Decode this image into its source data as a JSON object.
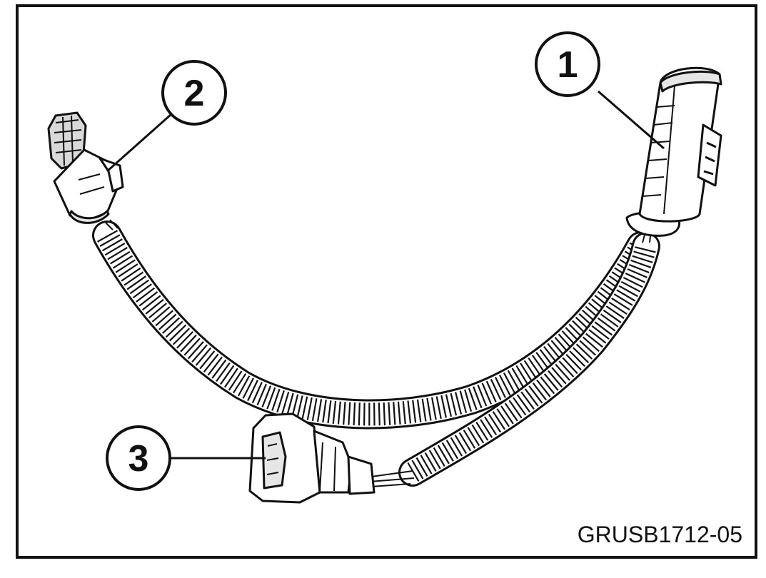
{
  "figure": {
    "reference_code": "GRUSB1712-05",
    "callouts": [
      {
        "number": "1",
        "target": "connector-1"
      },
      {
        "number": "2",
        "target": "connector-2"
      },
      {
        "number": "3",
        "target": "connector-3"
      }
    ]
  },
  "colors": {
    "line": "#111111",
    "background": "#ffffff",
    "shade": "#c8c8c8"
  }
}
